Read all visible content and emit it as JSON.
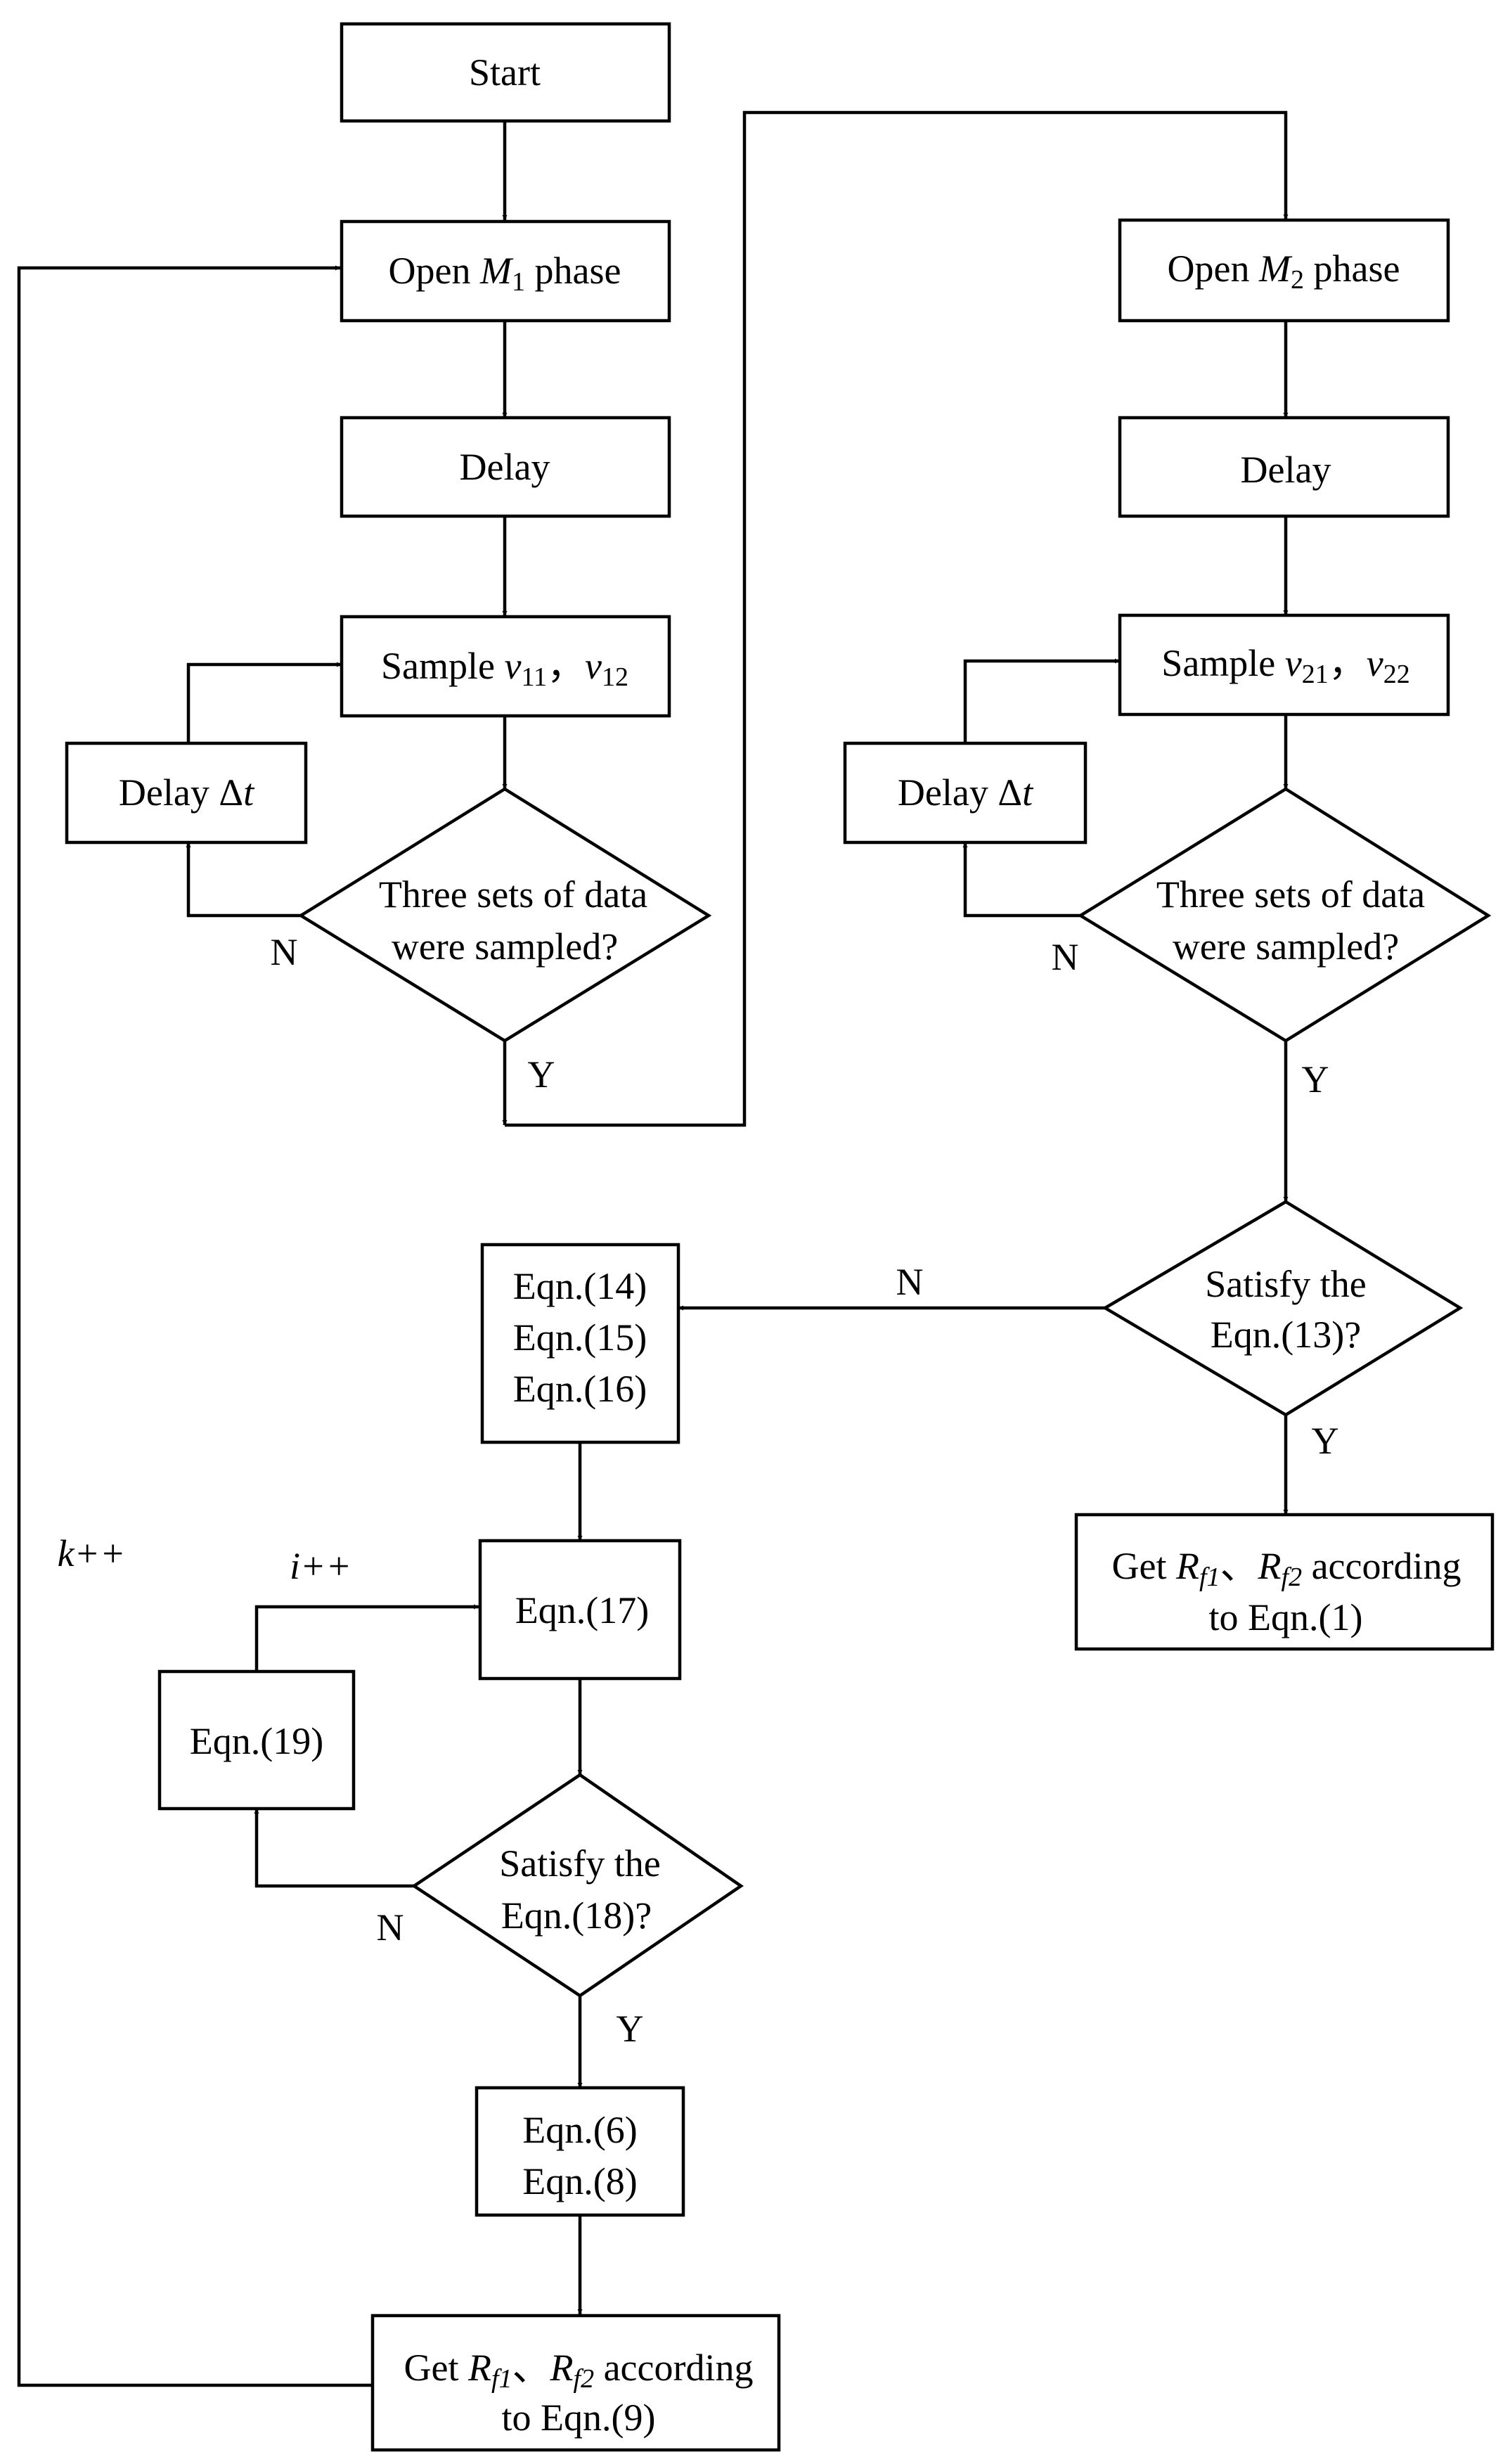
{
  "nodes": {
    "start": "Start",
    "open_m1": {
      "pre": "Open ",
      "var": "M",
      "sub": "1",
      "post": " phase"
    },
    "delay_1": "Delay",
    "sample_1": {
      "pre": "Sample ",
      "v1": "v",
      "s1": "11",
      "sep": "，",
      "v2": "v",
      "s2": "12"
    },
    "delay_dt_1": {
      "pre": "Delay Δ",
      "var": "t"
    },
    "decision_three_sets_1": {
      "line1": "Three sets of data",
      "line2": "were sampled?"
    },
    "open_m2": {
      "pre": "Open ",
      "var": "M",
      "sub": "2",
      "post": " phase"
    },
    "delay_2": "Delay",
    "sample_2": {
      "pre": "Sample ",
      "v1": "v",
      "s1": "21",
      "sep": "，",
      "v2": "v",
      "s2": "22"
    },
    "delay_dt_2": {
      "pre": "Delay Δ",
      "var": "t"
    },
    "decision_three_sets_2": {
      "line1": "Three sets of data",
      "line2": "were sampled?"
    },
    "decision_eqn13": {
      "line1": "Satisfy the",
      "line2": "Eqn.(13)?"
    },
    "get_rf_eqn1": {
      "pre": "Get ",
      "r1": "R",
      "s1": "f1",
      "sep": "、",
      "r2": "R",
      "s2": "f2",
      "post": " according",
      "line2": "to Eqn.(1)"
    },
    "eqn14_16": [
      "Eqn.(14)",
      "Eqn.(15)",
      "Eqn.(16)"
    ],
    "eqn17": "Eqn.(17)",
    "eqn19": "Eqn.(19)",
    "decision_eqn18": {
      "line1": "Satisfy the",
      "line2": "Eqn.(18)?"
    },
    "eqn6_8": [
      "Eqn.(6)",
      "Eqn.(8)"
    ],
    "get_rf_eqn9": {
      "pre": "Get ",
      "r1": "R",
      "s1": "f1",
      "sep": "、",
      "r2": "R",
      "s2": "f2",
      "post": " according",
      "line2": "to Eqn.(9)"
    }
  },
  "labels": {
    "n": "N",
    "y": "Y",
    "k_loop": "k++",
    "i_loop": "i++"
  }
}
